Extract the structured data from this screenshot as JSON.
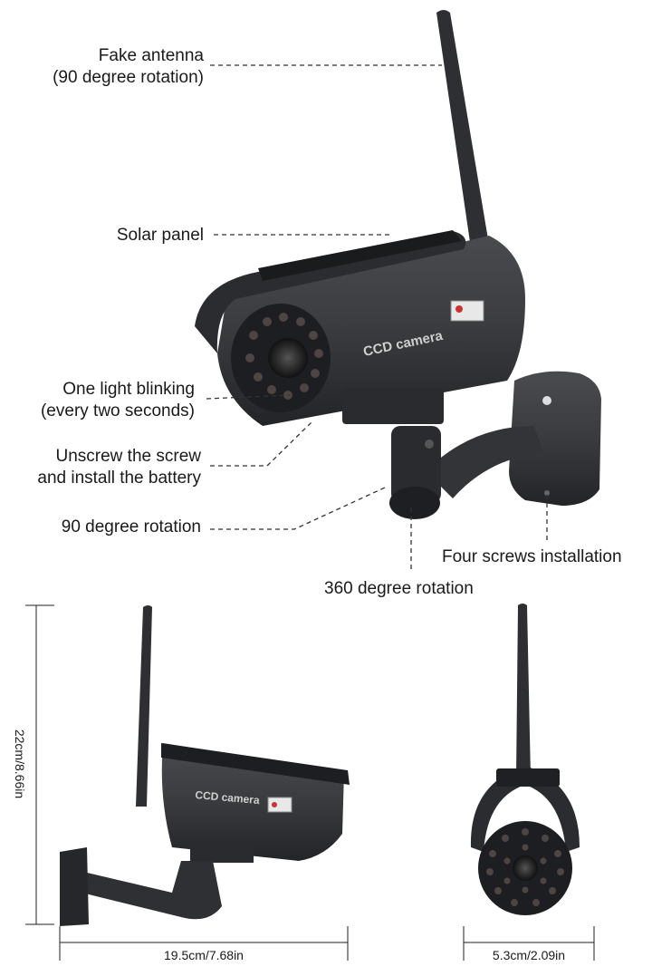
{
  "callouts": {
    "antenna_line1": "Fake antenna",
    "antenna_line2": "(90 degree rotation)",
    "solar": "Solar panel",
    "light_line1": "One light blinking",
    "light_line2": "(every two seconds)",
    "battery_line1": "Unscrew the screw",
    "battery_line2": "and install the battery",
    "rot90": "90 degree rotation",
    "screws": "Four screws installation",
    "rot360": "360 degree rotation"
  },
  "camera_text": "CCD camera",
  "dimensions": {
    "height": "22cm/8.66in",
    "length": "19.5cm/7.68in",
    "width": "5.3cm/2.09in"
  },
  "colors": {
    "body": "#3a3b3e",
    "body_dark": "#232427",
    "led": "#5a4a4a"
  }
}
